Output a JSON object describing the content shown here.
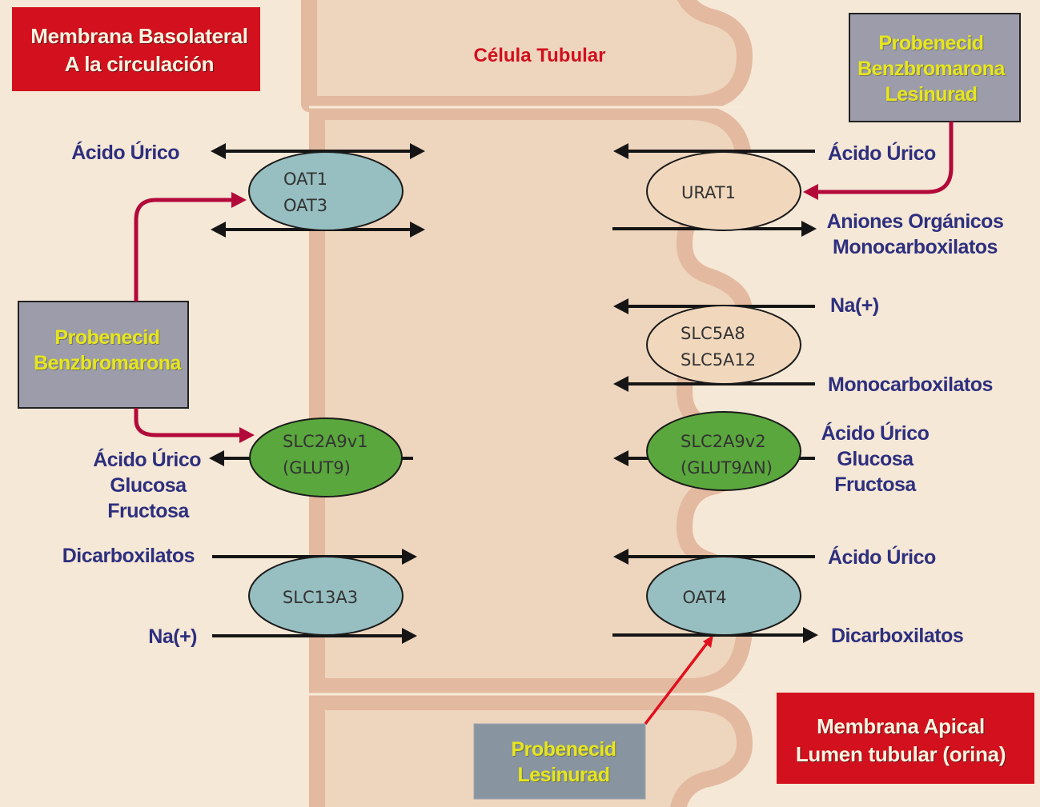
{
  "title_boxes": {
    "basolateral": {
      "line1": "Membrana Basolateral",
      "line2": "A la circulación"
    },
    "apical": {
      "line1": "Membrana Apical",
      "line2": "Lumen tubular (orina)"
    },
    "cell": "Célula Tubular"
  },
  "colors": {
    "background": "#f5e8d6",
    "cell_fill": "#eed5bd",
    "membrane": "#e3b9a0",
    "title_box": "#d3111e",
    "drug_box_gray": "#9c9cab",
    "drug_box_slate": "#8895a0",
    "drug_text": "#e6e61e",
    "label_text": "#2e2f7e",
    "inhibition_arrow": "#b3093a",
    "oat_fill": "#97bec0",
    "urat_fill": "#f1d8bd",
    "glut_fill": "#5aa73d"
  },
  "drug_boxes": {
    "top_right": [
      "Probenecid",
      "Benzbromarona",
      "Lesinurad"
    ],
    "left": [
      "Probenecid",
      "Benzbromarona"
    ],
    "bottom": [
      "Probenecid",
      "Lesinurad"
    ]
  },
  "transporters": {
    "oat1_oat3": [
      "OAT1",
      "OAT3"
    ],
    "slc2a9v1": [
      "SLC2A9v1",
      "(GLUT9)"
    ],
    "slc13a3": [
      "SLC13A3"
    ],
    "urat1": [
      "URAT1"
    ],
    "slc5a": [
      "SLC5A8",
      "SLC5A12"
    ],
    "slc2a9v2": [
      "SLC2A9v2",
      "(GLUT9ΔN)"
    ],
    "oat4": [
      "OAT4"
    ]
  },
  "substrates": {
    "left_acido_urico": "Ácido Úrico",
    "left_glut": [
      "Ácido Úrico",
      "Glucosa",
      "Fructosa"
    ],
    "left_dicarboxilatos": "Dicarboxilatos",
    "left_na": "Na(+)",
    "right_acido_urico_1": "Ácido Úrico",
    "right_aniones": [
      "Aniones Orgánicos",
      "Monocarboxilatos"
    ],
    "right_na": "Na(+)",
    "right_monocarboxilatos": "Monocarboxilatos",
    "right_glut": [
      "Ácido Úrico",
      "Glucosa",
      "Fructosa"
    ],
    "right_acido_urico_2": "Ácido Úrico",
    "right_dicarboxilatos": "Dicarboxilatos"
  }
}
